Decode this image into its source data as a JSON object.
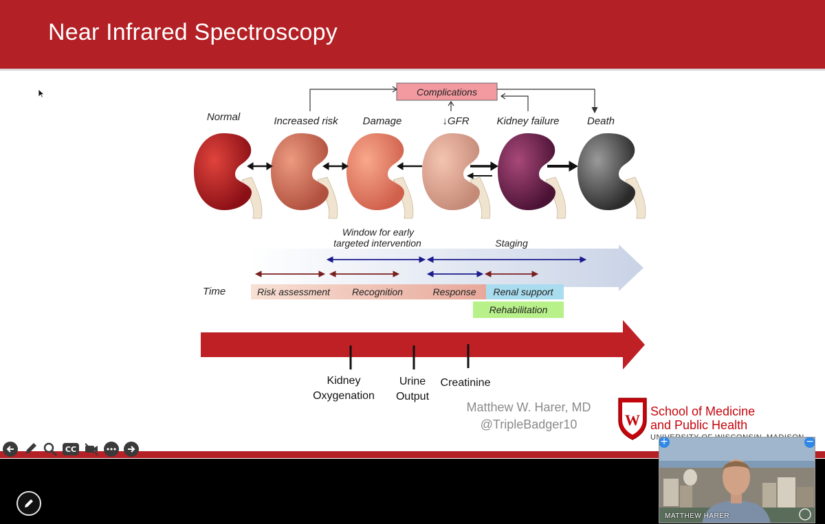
{
  "slide": {
    "title": "Near Infrared Spectroscopy",
    "stages": [
      "Normal",
      "Increased risk",
      "Damage",
      "↓GFR",
      "Kidney failure",
      "Death"
    ],
    "complications_label": "Complications",
    "window_label_line1": "Window for early",
    "window_label_line2": "targeted intervention",
    "staging_label": "Staging",
    "time_label": "Time",
    "phases": [
      "Risk assessment",
      "Recognition",
      "Response",
      "Renal support"
    ],
    "rehab_label": "Rehabilitation",
    "markers": [
      {
        "line1": "Kidney",
        "line2": "Oxygenation"
      },
      {
        "line1": "Urine",
        "line2": "Output"
      },
      {
        "line1": "Creatinine",
        "line2": ""
      }
    ],
    "credit_name": "Matthew W. Harer, MD",
    "credit_handle": "@TripleBadger10",
    "school_line1": "School of Medicine",
    "school_line2": "and Public Health",
    "university": "UNIVERSITY OF WISCONSIN–MADISON"
  },
  "toolbar": {
    "buttons": [
      "previous-slide",
      "pen",
      "zoom",
      "closed-captions",
      "camera-off",
      "more",
      "next-slide"
    ],
    "cc_label": "CC"
  },
  "video": {
    "participant_name": "MATTHEW HARER",
    "add_label": "+",
    "minimize_label": "−"
  },
  "colors": {
    "header_red": "#b32025",
    "arrow_red": "#bf2026",
    "dark_red_arrow": "#7a1f1f",
    "dark_blue_arrow": "#1a1a8c",
    "complications_fill": "#f29aa0",
    "renal_support_fill": "#a9dcee",
    "rehab_fill": "#b8f08a"
  }
}
